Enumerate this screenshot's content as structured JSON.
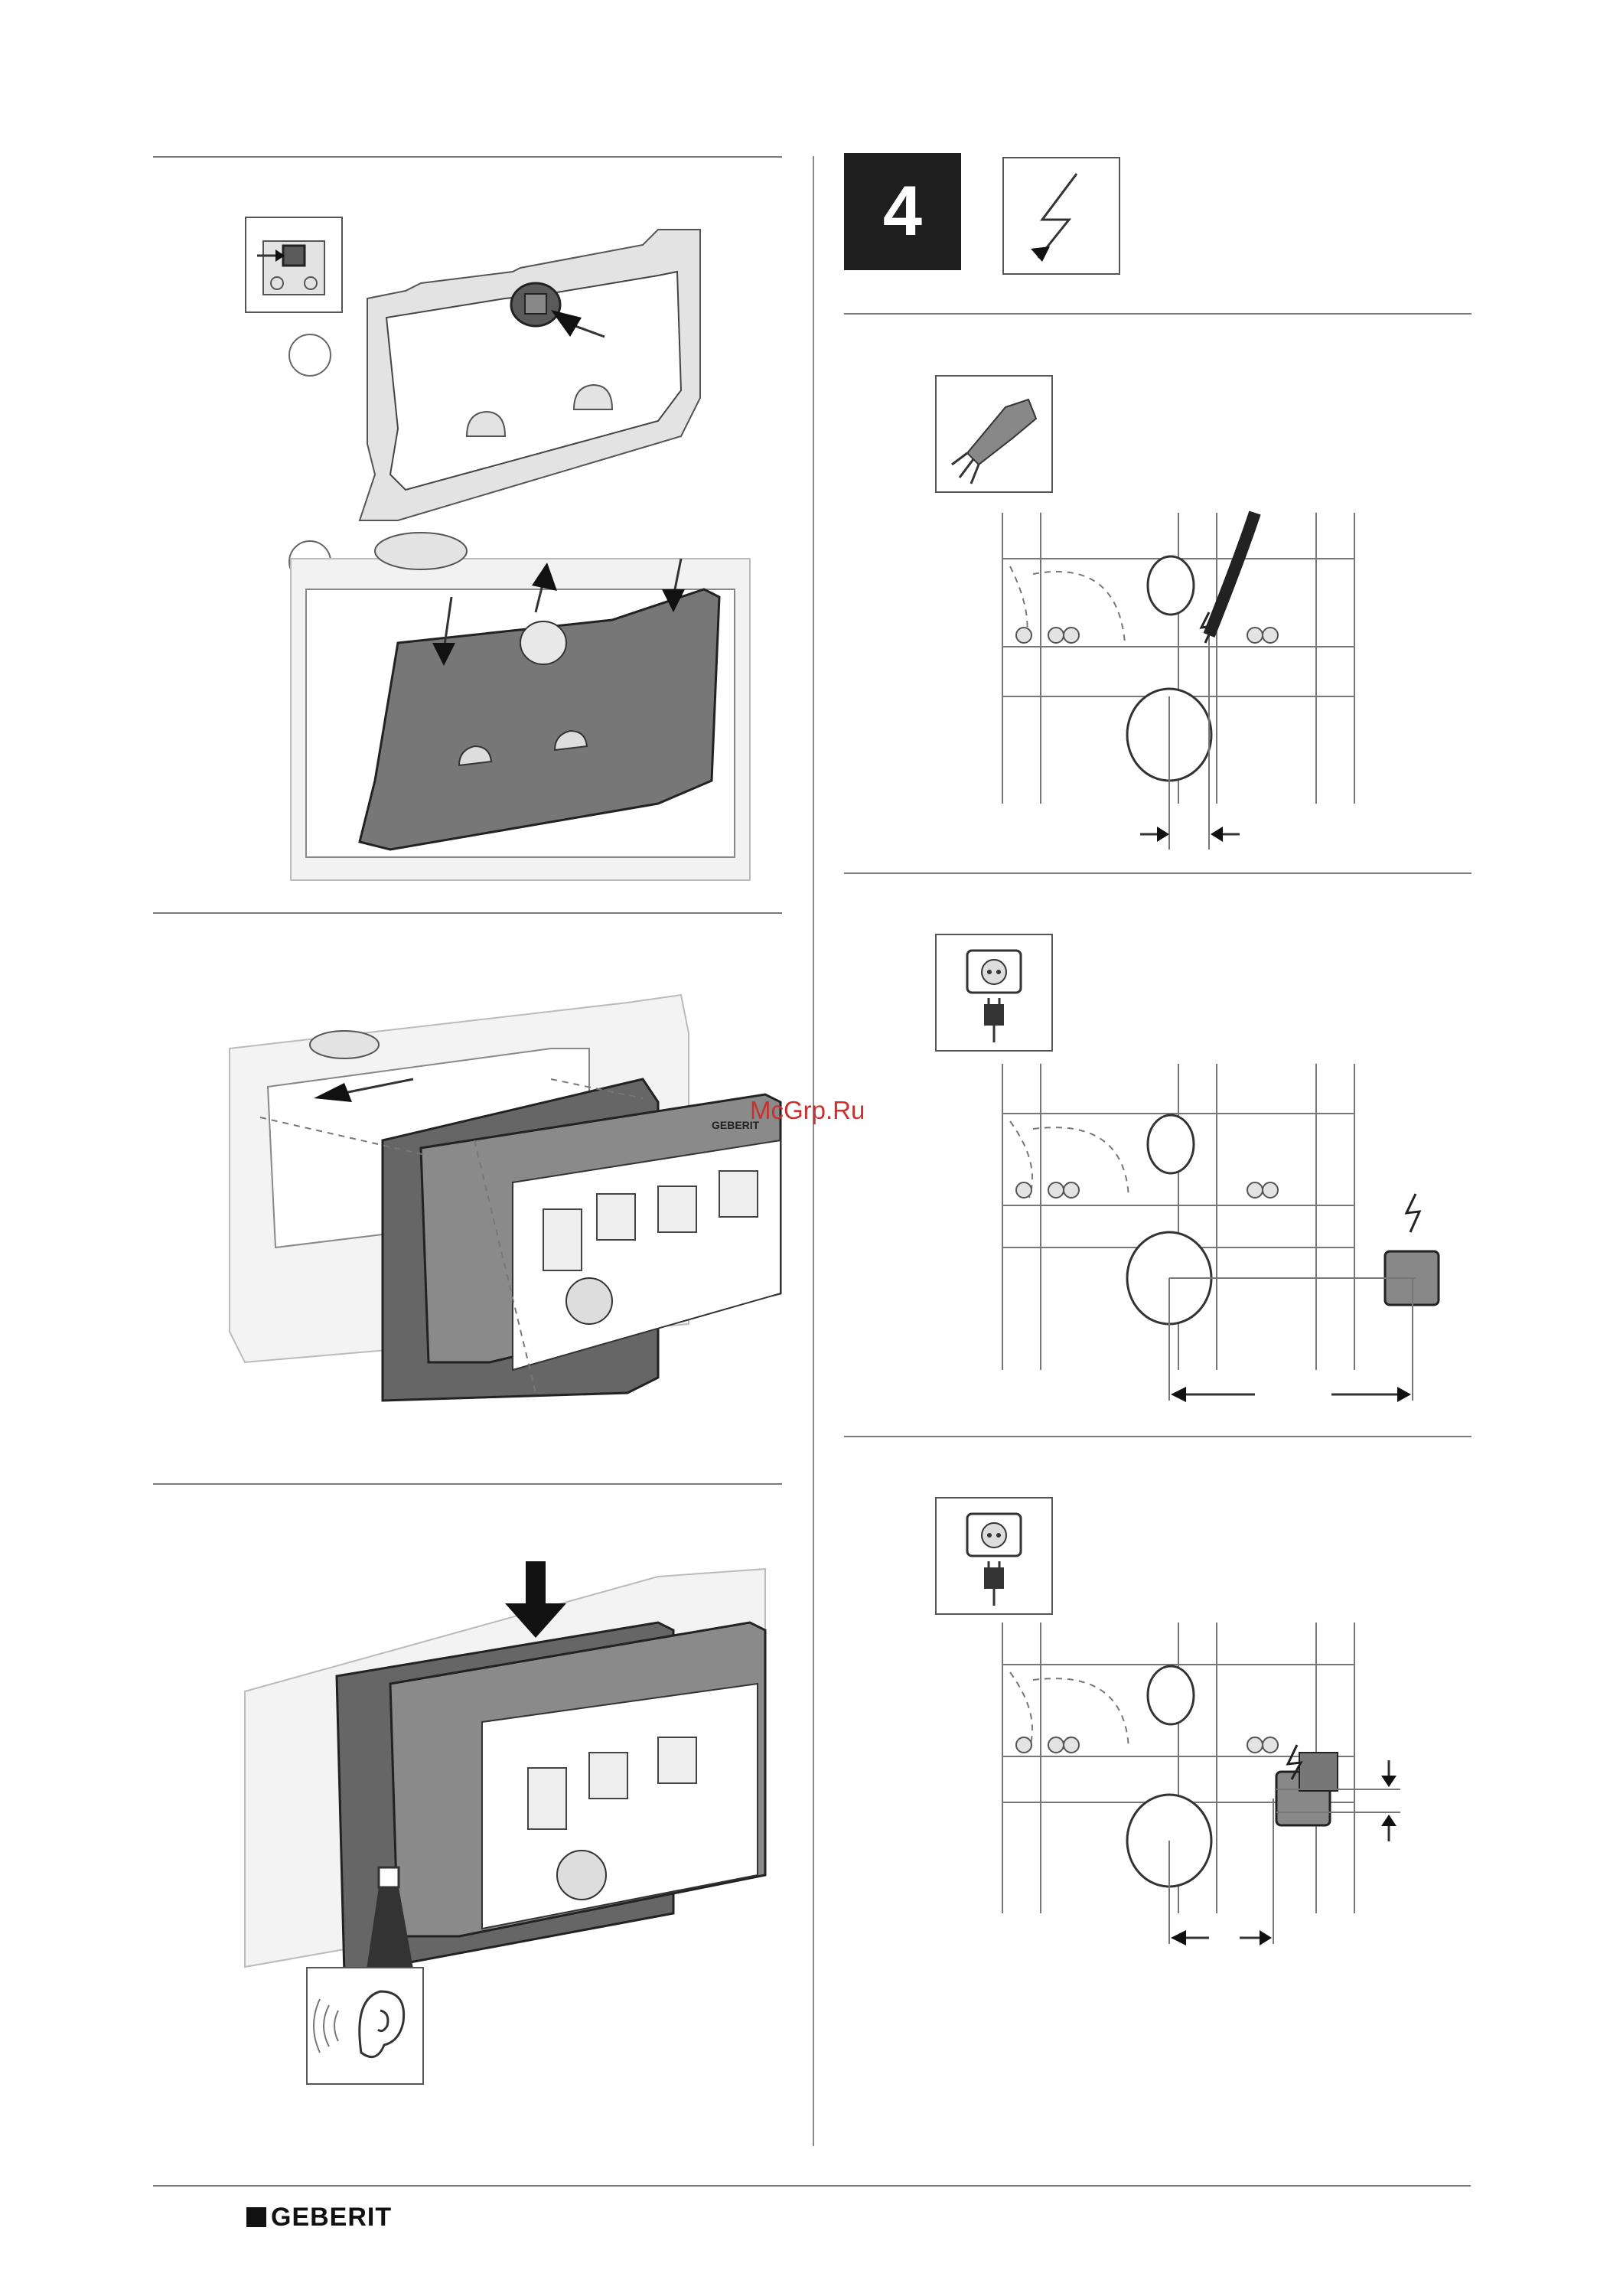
{
  "step": {
    "number": "4"
  },
  "watermark": "McGrp.Ru",
  "footer": {
    "brand": "GEBERIT"
  },
  "panel_labels": {
    "geberit_small": "GEBERIT"
  },
  "icons": {
    "step_icon": "lightning-icon",
    "cable": "cable-icon",
    "socket": "power-socket-icon",
    "ear": "ear-icon"
  }
}
